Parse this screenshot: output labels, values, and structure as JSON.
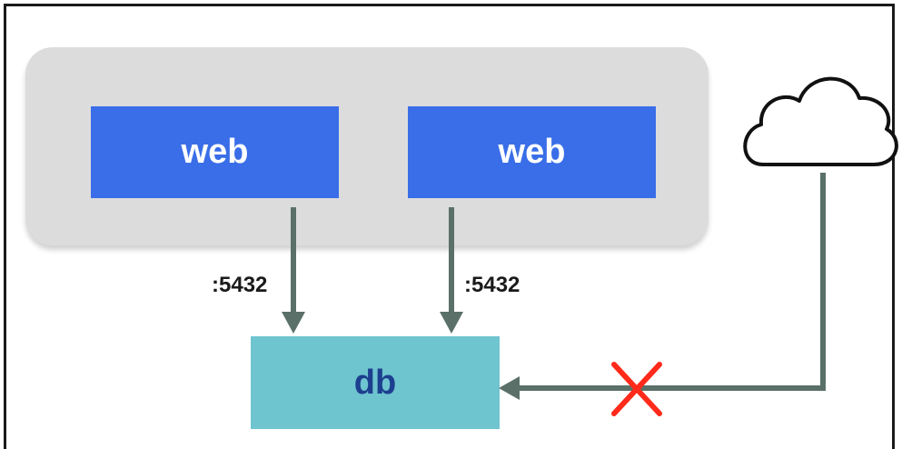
{
  "nodes": {
    "web_left": "web",
    "web_right": "web",
    "db": "db"
  },
  "edges": {
    "left_port": ":5432",
    "right_port": ":5432"
  },
  "colors": {
    "web_fill": "#3a6ee8",
    "db_fill": "#6ec4cf",
    "db_text": "#1d3f8f",
    "cluster_fill": "#dcdcdc",
    "arrow": "#5a7068",
    "blocked_x": "#ff2a1a"
  },
  "icons": {
    "external": "cloud-icon",
    "blocked": "cross-icon"
  }
}
